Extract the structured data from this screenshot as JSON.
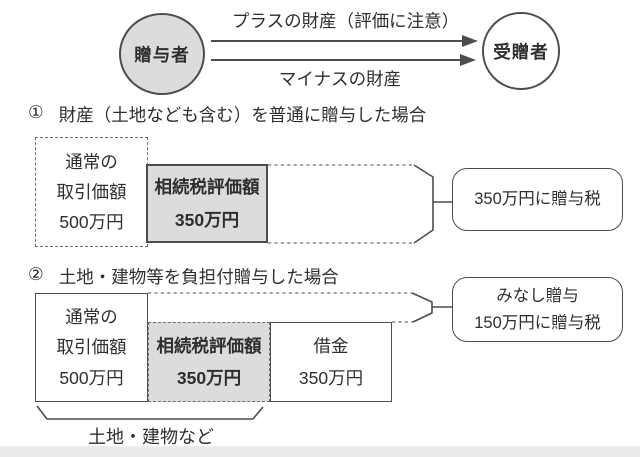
{
  "top_flow": {
    "donor_label": "贈与者",
    "recipient_label": "受贈者",
    "plus_arrow_label": "プラスの財産（評価に注意）",
    "minus_arrow_label": "マイナスの財産"
  },
  "section1": {
    "number": "①",
    "heading": "財産（土地なども含む）を普通に贈与した場合",
    "market_value_box": "通常の\n取引価額\n500万円",
    "assessed_value_box": "相続税評価額\n350万円",
    "result_box": "350万円に贈与税"
  },
  "section2": {
    "number": "②",
    "heading": "土地・建物等を負担付贈与した場合",
    "market_value_box": "通常の\n取引価額\n500万円",
    "assessed_value_box": "相続税評価額\n350万円",
    "debt_box": "借金\n350万円",
    "result_box": "みなし贈与\n150万円に贈与税",
    "brace_label": "土地・建物など"
  },
  "colors": {
    "line": "#4d4d4d",
    "shaded_fill": "#dcdcdc",
    "background": "#ffffff",
    "bottom_strip": "#ebebeb"
  }
}
